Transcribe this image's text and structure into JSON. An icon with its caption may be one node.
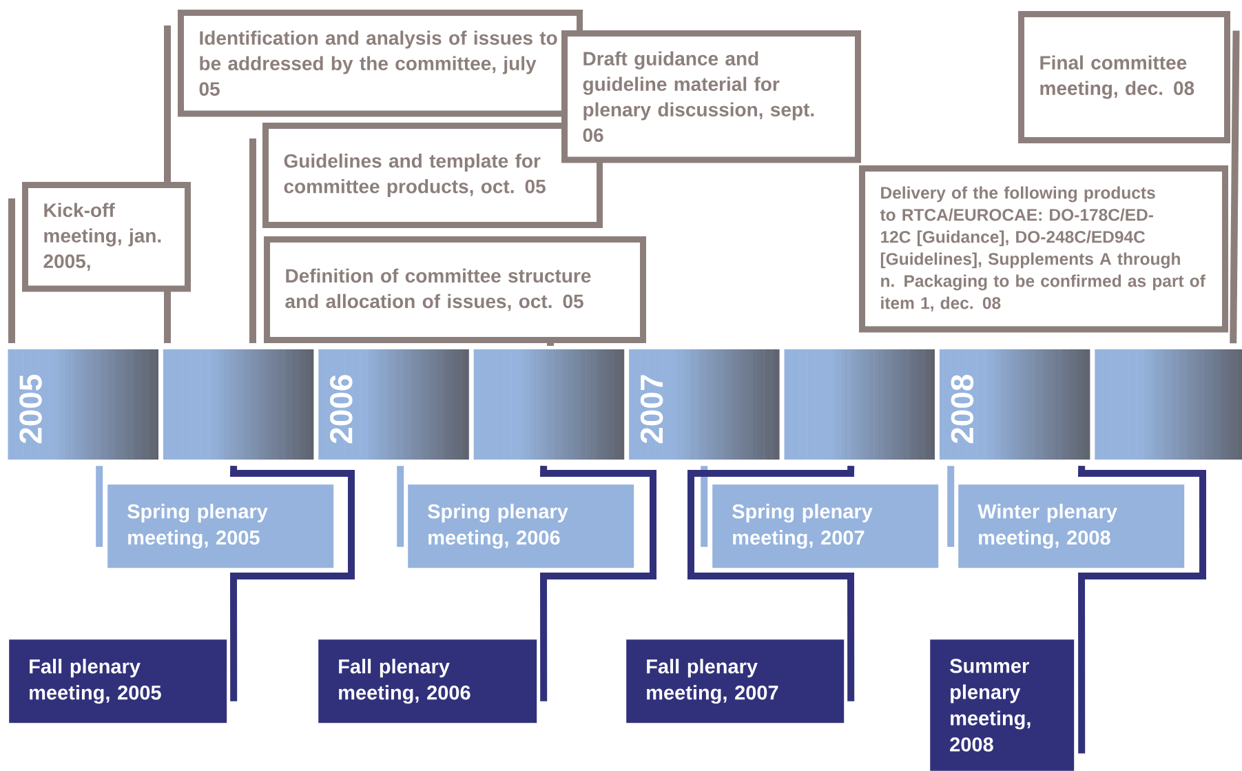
{
  "diagram": {
    "nodes": [
      {
        "text": [
          "Kick-off meeting, jan. 2005,"
        ]
      },
      {
        "text": [
          "Identification and analysis of issues to be addressed by the committee, july 05"
        ]
      },
      {
        "text": [
          "Guidelines and template for committee products, oct. 05"
        ]
      },
      {
        "text": [
          "Definition of committee structure and allocation of issues, oct. 05"
        ]
      },
      {
        "text": [
          "Draft guidance and guideline material for plenary discussion, sept. 06"
        ]
      },
      {
        "text": [
          "Final committee meeting, dec. 08"
        ]
      },
      {
        "text": [
          "Delivery of the following products to RTCA/EUROCAE: DO-178C/ED-12C [Guidance], DO-248C/ED94C [Guidelines], Supplements A through n.  Packaging to be confirmed as part of item 1, dec. 08"
        ]
      },
      {
        "text": [
          "2005"
        ]
      },
      {
        "text": [],
        "shape": "bar"
      },
      {
        "text": [
          "2006"
        ]
      },
      {
        "text": [],
        "shape": "bar"
      },
      {
        "text": [
          "2007"
        ]
      },
      {
        "text": [],
        "shape": "bar"
      },
      {
        "text": [
          "2008"
        ]
      },
      {
        "text": [],
        "shape": "bar"
      },
      {
        "text": [
          "Spring plenary meeting, 2005"
        ]
      },
      {
        "text": [
          "Spring plenary meeting, 2006"
        ]
      },
      {
        "text": [
          "Spring plenary meeting, 2007"
        ]
      },
      {
        "text": [
          "Winter plenary meeting, 2008"
        ]
      },
      {
        "text": [
          "Fall plenary meeting, 2005"
        ]
      },
      {
        "text": [
          "Fall plenary meeting, 2006"
        ]
      },
      {
        "text": [
          "Fall plenary meeting, 2007"
        ]
      },
      {
        "text": [
          "Summer plenary meeting, 2008"
        ]
      }
    ],
    "edges": [
      {
        "from": 5,
        "to": 14,
        "arrow": "none",
        "color": "#8c7f7b"
      },
      {
        "from": 7,
        "to": 15,
        "arrow": "none",
        "color": "#95b3dd"
      },
      {
        "from": 8,
        "to": 19,
        "arrow": "none",
        "color": "#31317b"
      },
      {
        "from": 9,
        "to": 16,
        "arrow": "none",
        "color": "#95b3dd"
      },
      {
        "from": 10,
        "to": 20,
        "arrow": "none",
        "color": "#31317b"
      },
      {
        "from": 11,
        "to": 17,
        "arrow": "none",
        "color": "#95b3dd"
      },
      {
        "from": 12,
        "to": 21,
        "arrow": "none",
        "color": "#31317b"
      },
      {
        "from": 13,
        "to": 18,
        "arrow": "none",
        "color": "#95b3dd"
      },
      {
        "from": 13,
        "to": 22,
        "arrow": "none",
        "color": "#31317b"
      }
    ]
  }
}
